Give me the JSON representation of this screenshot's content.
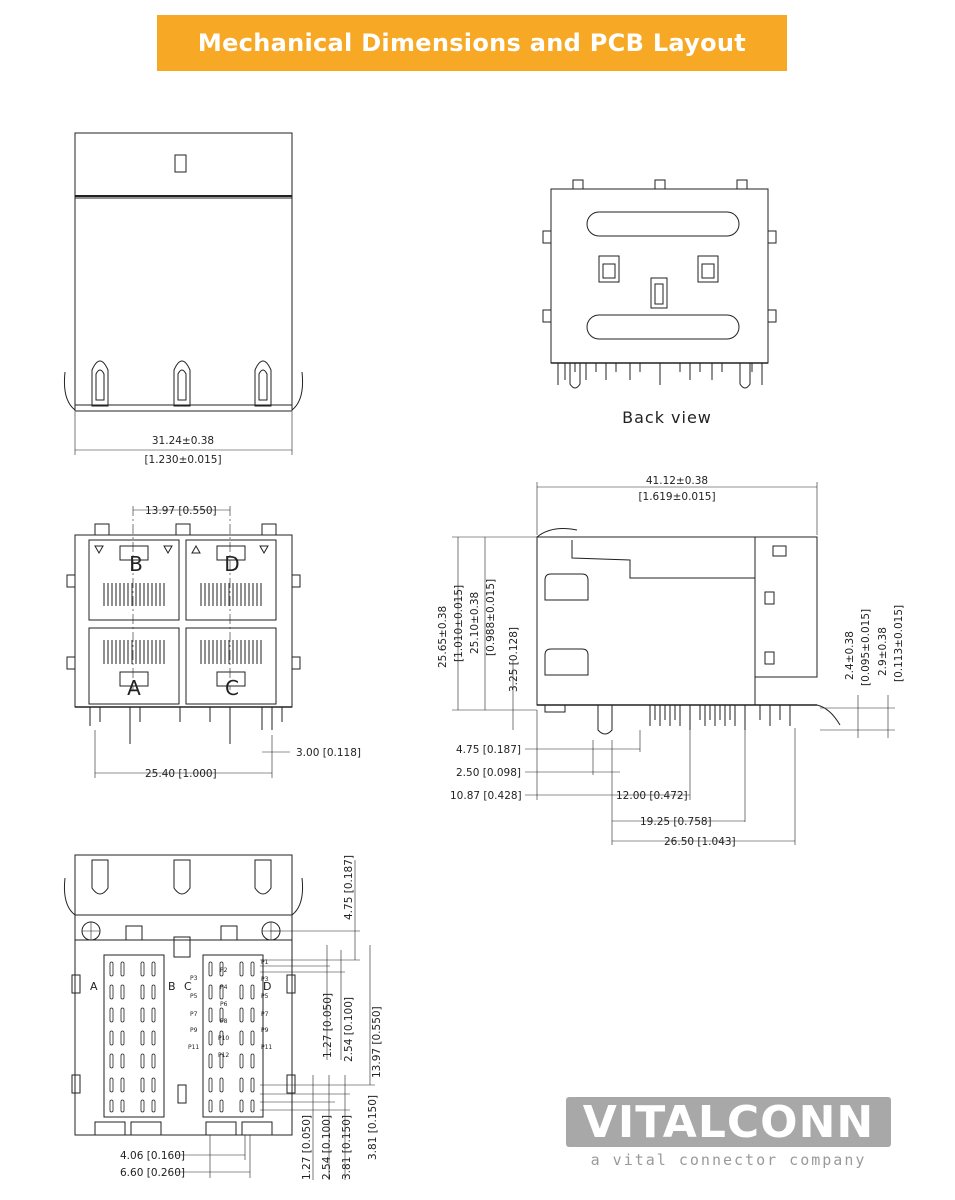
{
  "banner": {
    "title": "Mechanical Dimensions and PCB Layout",
    "color": "#F7A825"
  },
  "top_view": {
    "width_mm": "31.24±0.38",
    "width_in": "[1.230±0.015]"
  },
  "back_view": {
    "caption": "Back view"
  },
  "front_view": {
    "port_labels": [
      "B",
      "D",
      "A",
      "C"
    ],
    "pitch_top": "13.97 [0.550]",
    "right_offset": "3.00 [0.118]",
    "post_span": "25.40 [1.000]"
  },
  "side_view": {
    "length_mm": "41.12±0.38",
    "length_in": "[1.619±0.015]",
    "height1": "25.65±0.38",
    "height1_in": "[1.010±0.015]",
    "height2": "25.10±0.38",
    "height2_in": "[0.988±0.015]",
    "standoff": "3.25 [0.128]",
    "tail1": "2.4±0.38",
    "tail1_in": "[0.095±0.015]",
    "tail2": "2.9±0.38",
    "tail2_in": "[0.113±0.015]",
    "dims": [
      "4.75 [0.187]",
      "2.50 [0.098]",
      "10.87 [0.428]",
      "12.00 [0.472]",
      "19.25 [0.758]",
      "26.50 [1.043]"
    ]
  },
  "pcb_layout": {
    "port_labels": [
      "A",
      "B",
      "C",
      "D"
    ],
    "pins_left": [
      "P3",
      "P5",
      "P7",
      "P9",
      "P11"
    ],
    "pins_mid": [
      "P2",
      "P4",
      "P6",
      "P8",
      "P10",
      "P12"
    ],
    "pins_right": [
      "P1",
      "P3",
      "P5",
      "P7",
      "P9",
      "P11"
    ],
    "vert_dims": [
      "4.75 [0.187]",
      "1.27 [0.050]",
      "2.54 [0.100]",
      "13.97 [0.550]"
    ],
    "bottom_vert_dims": [
      "1.27 [0.050]",
      "2.54 [0.100]",
      "3.81 [0.150]",
      "3.81 [0.150]"
    ],
    "horiz_dims": [
      "4.06 [0.160]",
      "6.60 [0.260]"
    ]
  },
  "logo": {
    "brand": "VITALCONN",
    "tagline": "a vital connector company"
  }
}
